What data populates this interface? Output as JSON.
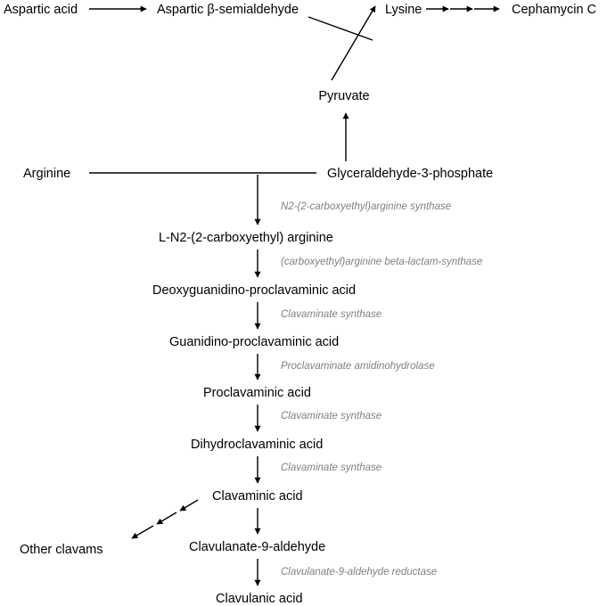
{
  "nodes": {
    "aspartic_acid": "Aspartic acid",
    "aspartic_semialdehyde": "Aspartic β-semialdehyde",
    "lysine": "Lysine",
    "cephamycin_c": "Cephamycin C",
    "pyruvate": "Pyruvate",
    "arginine": "Arginine",
    "glyceraldehyde_3_phosphate": "Glyceraldehyde-3-phosphate",
    "carboxyethyl_arginine": "L-N2-(2-carboxyethyl) arginine",
    "deoxyguanidino_proclavaminic_acid": "Deoxyguanidino-proclavaminic acid",
    "guanidino_proclavaminic_acid": "Guanidino-proclavaminic acid",
    "proclavaminic_acid": "Proclavaminic acid",
    "dihydroclavaminic_acid": "Dihydroclavaminic acid",
    "clavaminic_acid": "Clavaminic acid",
    "other_clavams": "Other clavams",
    "clavulanate_9_aldehyde": "Clavulanate-9-aldehyde",
    "clavulanic_acid": "Clavulanic acid"
  },
  "enzymes": {
    "step1": "N2-(2-carboxyethyl)arginine synthase",
    "step2": "(carboxyethyl)arginine beta-lactam-synthase",
    "step3": "Clavaminate synthase",
    "step4": "Proclavaminate amidinohydrolase",
    "step5": "Clavaminate synthase",
    "step6": "Clavaminate synthase",
    "step7": "Clavulanate-9-aldehyde reductase"
  },
  "colors": {
    "node_text": "#000000",
    "enzyme_text": "#7f7f7f",
    "arrows": "#000000"
  }
}
